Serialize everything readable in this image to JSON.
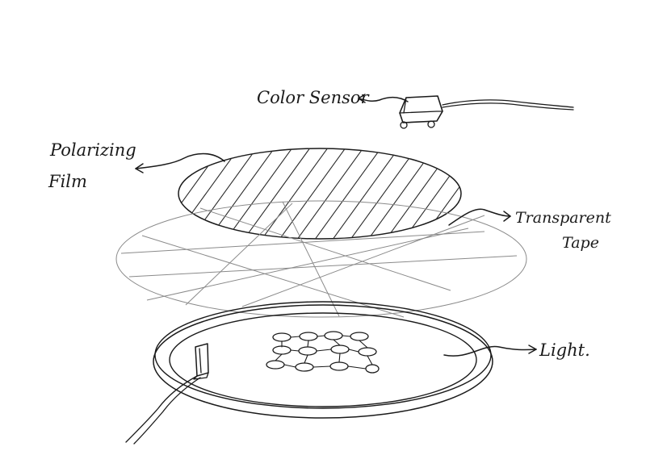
{
  "labels": {
    "color_sensor": "Color Sensor",
    "polarizing_line1": "Polarizing",
    "polarizing_line2": "Film",
    "transparent_line1": "Transparent",
    "transparent_line2": "Tape",
    "light": "Light."
  },
  "colors": {
    "ink": "#1a1a1a",
    "tape": "#8a8a8a",
    "background": "#ffffff"
  }
}
